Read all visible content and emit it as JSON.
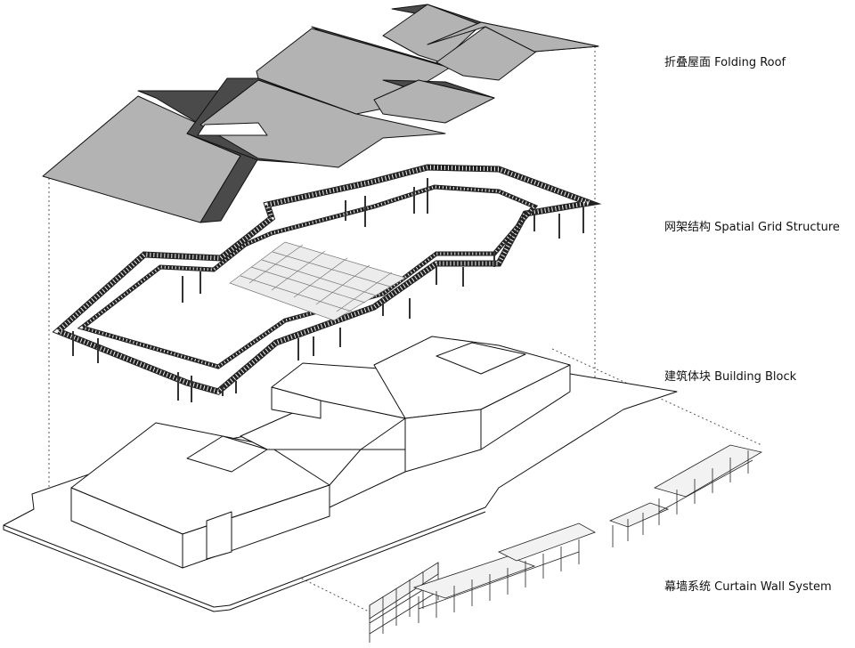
{
  "layers": [
    {
      "id": "folding-roof",
      "label": "折叠屋面 Folding Roof"
    },
    {
      "id": "spatial-grid",
      "label": "网架结构 Spatial Grid Structure"
    },
    {
      "id": "building-block",
      "label": "建筑体块 Building Block"
    },
    {
      "id": "curtain-wall",
      "label": "幕墙系统 Curtain Wall System"
    }
  ],
  "colors": {
    "roof_top": "#b3b3b3",
    "roof_fold": "#4a4a4a",
    "line": "#111111",
    "grid_fill": "#d8d8d8"
  }
}
